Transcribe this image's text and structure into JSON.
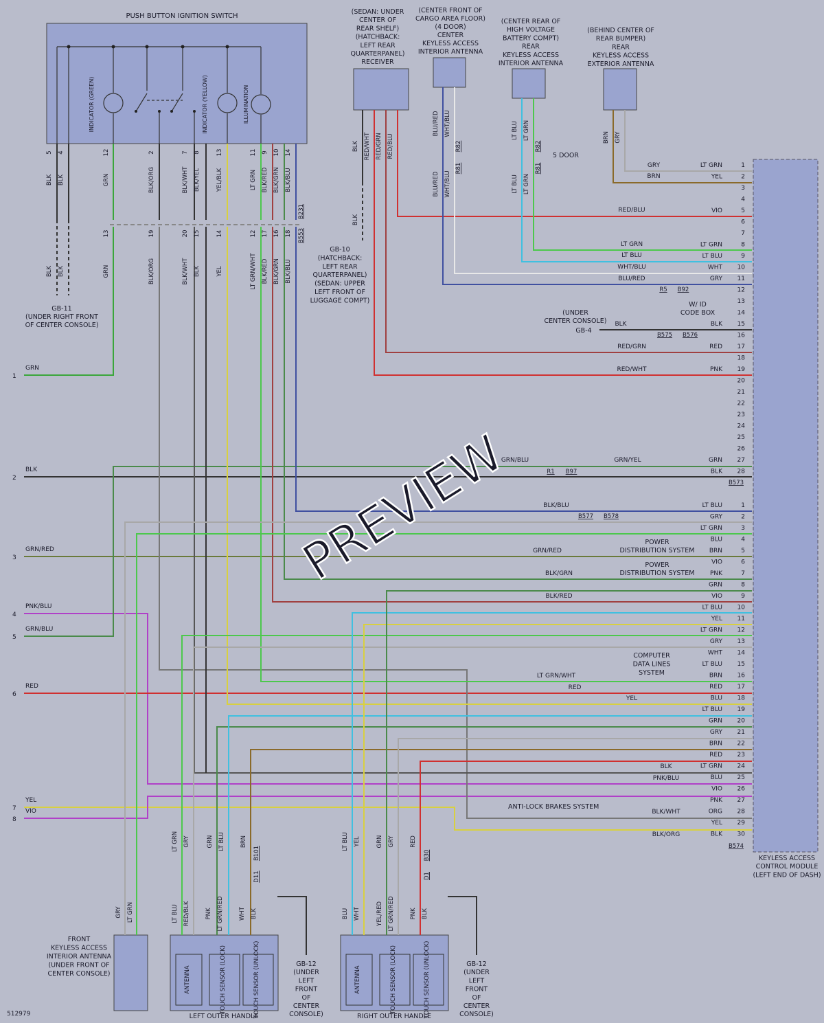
{
  "diagram_id": "512979",
  "watermark": "PREVIEW",
  "colors": {
    "background": "#b9bccb",
    "component_fill": "#9aa4cf",
    "module_fill": "#9aa4cf",
    "line_ink": "#333333"
  },
  "components": {
    "ignition_switch": {
      "title": "PUSH BUTTON IGNITION SWITCH",
      "internal": [
        "INDICATOR (GREEN)",
        "INDICATOR (YELLOW)",
        "ILLUMINATION"
      ]
    },
    "receiver": {
      "label": [
        "(SEDAN: UNDER",
        "CENTER OF",
        "REAR SHELF)",
        "(HATCHBACK:",
        "LEFT REAR",
        "QUARTERPANEL)",
        "RECEIVER"
      ]
    },
    "center_antenna": {
      "label": [
        "(CENTER FRONT OF",
        "CARGO AREA FLOOR)",
        "(4 DOOR)",
        "CENTER",
        "KEYLESS ACCESS",
        "INTERIOR ANTENNA"
      ]
    },
    "rear_int_antenna": {
      "label": [
        "(CENTER REAR OF",
        "HIGH VOLTAGE",
        "BATTERY COMPT)",
        "REAR",
        "KEYLESS ACCESS",
        "INTERIOR ANTENNA"
      ]
    },
    "rear_ext_antenna": {
      "label": [
        "(BEHIND CENTER OF",
        "REAR BUMPER)",
        "REAR",
        "KEYLESS ACCESS",
        "EXTERIOR ANTENNA"
      ]
    },
    "control_module": {
      "label": [
        "KEYLESS ACCESS",
        "CONTROL MODULE",
        "(LEFT END OF DASH)"
      ]
    },
    "front_antenna": {
      "label": [
        "FRONT",
        "KEYLESS ACCESS",
        "INTERIOR ANTENNA",
        "(UNDER FRONT OF",
        "CENTER CONSOLE)"
      ]
    },
    "left_handle": {
      "label": "LEFT OUTER HANDLE",
      "internal": [
        "ANTENNA",
        "TOUCH SENSOR (LOCK)",
        "TOUCH SENSOR (UNLOCK)"
      ]
    },
    "right_handle": {
      "label": "RIGHT OUTER HANDLE",
      "internal": [
        "ANTENNA",
        "TOUCH SENSOR (LOCK)",
        "TOUCH SENSOR (UNLOCK)"
      ]
    }
  },
  "grounds": {
    "gb11": [
      "GB-11",
      "(UNDER RIGHT FRONT",
      "OF CENTER CONSOLE)"
    ],
    "gb10": [
      "GB-10",
      "(HATCHBACK:",
      "LEFT REAR",
      "QUARTERPANEL)",
      "(SEDAN: UPPER",
      "LEFT FRONT OF",
      "LUGGAGE COMPT)"
    ],
    "gb4": [
      "(UNDER",
      "CENTER CONSOLE)",
      "GB-4"
    ],
    "gb12_left": [
      "GB-12",
      "(UNDER",
      "LEFT",
      "FRONT",
      "OF",
      "CENTER",
      "CONSOLE)"
    ],
    "gb12_right": [
      "GB-12",
      "(UNDER",
      "LEFT",
      "FRONT",
      "OF",
      "CENTER",
      "CONSOLE)"
    ]
  },
  "annotations": {
    "five_door": "5 DOOR",
    "wid_code_box": [
      "W/ ID",
      "CODE BOX"
    ],
    "power_dist": [
      "POWER",
      "DISTRIBUTION SYSTEM"
    ],
    "computer_data": [
      "COMPUTER",
      "DATA LINES",
      "SYSTEM"
    ],
    "abs": "ANTI-LOCK BRAKES SYSTEM"
  },
  "connectors": [
    "B92",
    "R81",
    "R82",
    "R5",
    "B576",
    "B575",
    "R1",
    "B97",
    "B573",
    "B577",
    "B578",
    "B231",
    "B553",
    "B101",
    "D11",
    "B30",
    "D1",
    "B574"
  ],
  "left_edge_wires": [
    {
      "num": "1",
      "color": "GRN"
    },
    {
      "num": "2",
      "color": "BLK"
    },
    {
      "num": "3",
      "color": "GRN/RED"
    },
    {
      "num": "4",
      "color": "PNK/BLU"
    },
    {
      "num": "5",
      "color": "GRN/BLU"
    },
    {
      "num": "6",
      "color": "RED"
    },
    {
      "num": "7",
      "color": "YEL"
    },
    {
      "num": "8",
      "color": "VIO"
    }
  ],
  "module_pins_upper": [
    {
      "pin": "1",
      "color": "LT GRN"
    },
    {
      "pin": "2",
      "color": "YEL"
    },
    {
      "pin": "3",
      "color": ""
    },
    {
      "pin": "4",
      "color": ""
    },
    {
      "pin": "5",
      "color": "VIO"
    },
    {
      "pin": "6",
      "color": ""
    },
    {
      "pin": "7",
      "color": ""
    },
    {
      "pin": "8",
      "color": "LT GRN"
    },
    {
      "pin": "9",
      "color": "LT BLU"
    },
    {
      "pin": "10",
      "color": "WHT"
    },
    {
      "pin": "11",
      "color": "GRY"
    },
    {
      "pin": "12",
      "color": ""
    },
    {
      "pin": "13",
      "color": ""
    },
    {
      "pin": "14",
      "color": ""
    },
    {
      "pin": "15",
      "color": "BLK"
    },
    {
      "pin": "16",
      "color": ""
    },
    {
      "pin": "17",
      "color": "RED"
    },
    {
      "pin": "18",
      "color": ""
    },
    {
      "pin": "19",
      "color": "PNK"
    },
    {
      "pin": "20",
      "color": ""
    },
    {
      "pin": "21",
      "color": ""
    },
    {
      "pin": "22",
      "color": ""
    },
    {
      "pin": "23",
      "color": ""
    },
    {
      "pin": "24",
      "color": ""
    },
    {
      "pin": "25",
      "color": ""
    },
    {
      "pin": "26",
      "color": ""
    },
    {
      "pin": "27",
      "color": "GRN"
    },
    {
      "pin": "28",
      "color": "BLK"
    }
  ],
  "module_pins_lower": [
    {
      "pin": "1",
      "color": "LT BLU"
    },
    {
      "pin": "2",
      "color": "GRY"
    },
    {
      "pin": "3",
      "color": "LT GRN"
    },
    {
      "pin": "4",
      "color": "BLU"
    },
    {
      "pin": "5",
      "color": "BRN"
    },
    {
      "pin": "6",
      "color": "VIO"
    },
    {
      "pin": "7",
      "color": "PNK"
    },
    {
      "pin": "8",
      "color": "GRN"
    },
    {
      "pin": "9",
      "color": "VIO"
    },
    {
      "pin": "10",
      "color": "LT BLU"
    },
    {
      "pin": "11",
      "color": "YEL"
    },
    {
      "pin": "12",
      "color": "LT GRN"
    },
    {
      "pin": "13",
      "color": "GRY"
    },
    {
      "pin": "14",
      "color": "WHT"
    },
    {
      "pin": "15",
      "color": "LT BLU"
    },
    {
      "pin": "16",
      "color": "BRN"
    },
    {
      "pin": "17",
      "color": "RED"
    },
    {
      "pin": "18",
      "color": "BLU"
    },
    {
      "pin": "19",
      "color": "LT BLU"
    },
    {
      "pin": "20",
      "color": "GRN"
    },
    {
      "pin": "21",
      "color": "GRY"
    },
    {
      "pin": "22",
      "color": "BRN"
    },
    {
      "pin": "23",
      "color": "RED"
    },
    {
      "pin": "24",
      "color": "LT GRN"
    },
    {
      "pin": "25",
      "color": "BLU"
    },
    {
      "pin": "26",
      "color": "VIO"
    },
    {
      "pin": "27",
      "color": "PNK"
    },
    {
      "pin": "28",
      "color": "ORG"
    },
    {
      "pin": "29",
      "color": "YEL"
    },
    {
      "pin": "30",
      "color": "BLK"
    }
  ],
  "mid_labels": [
    "GRY",
    "BRN",
    "RED/BLU",
    "LT GRN",
    "LT BLU",
    "WHT/BLU",
    "BLU/RED",
    "BLK",
    "RED/GRN",
    "RED/WHT",
    "GRN/BLU",
    "GRN/YEL",
    "BLK/BLU",
    "GRN/RED",
    "BLK/GRN",
    "BLK/RED",
    "LT GRN/WHT",
    "RED",
    "YEL",
    "BLK",
    "PNK/BLU",
    "BLK/WHT",
    "BLK/ORG"
  ],
  "switch_pins": [
    {
      "color": "BLK",
      "pin": "5"
    },
    {
      "color": "BLK",
      "pin": "4"
    },
    {
      "color": "GRN",
      "pin": "12"
    },
    {
      "color": "BLK/ORG",
      "pin": "2"
    },
    {
      "color": "BLK/WHT",
      "pin": "7"
    },
    {
      "color": "BLK/YEL",
      "pin": "8"
    },
    {
      "color": "YEL/BLK",
      "pin": "13"
    },
    {
      "color": "LT GRN",
      "pin": "11"
    },
    {
      "color": "BLK/RED",
      "pin": "9"
    },
    {
      "color": "BLK/GRN",
      "pin": "10"
    },
    {
      "color": "BLK/BLU",
      "pin": "14"
    }
  ],
  "switch_lower": [
    {
      "color": "GRN",
      "pin": "13"
    },
    {
      "color": "BLK/ORG",
      "pin": "19"
    },
    {
      "color": "BLK/WHT",
      "pin": "20"
    },
    {
      "color": "BLK",
      "pin": "15"
    },
    {
      "color": "YEL",
      "pin": "14"
    },
    {
      "color": "LT GRN/WHT",
      "pin": "12"
    },
    {
      "color": "BLK/RED",
      "pin": "17"
    },
    {
      "color": "BLK/GRN",
      "pin": "16"
    },
    {
      "color": "BLK/BLU",
      "pin": "18"
    }
  ]
}
